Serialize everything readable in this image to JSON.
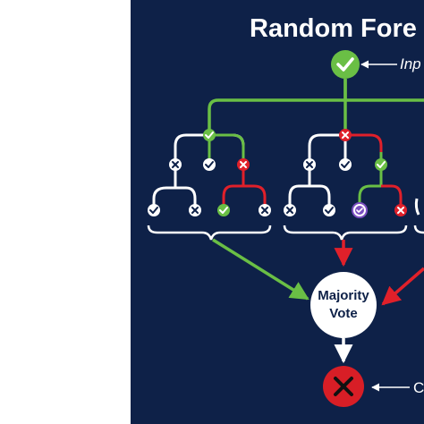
{
  "title": "Random Fore",
  "input_label": "Inp",
  "output_label": "C",
  "vote_line1": "Majority",
  "vote_line2": "Vote",
  "colors": {
    "background": "#0e2148",
    "path_green": "#6abf45",
    "path_red": "#e0202a",
    "wrong_red": "#d81e26",
    "node_white": "#ffffff",
    "purple": "#7b4fc1"
  },
  "icons": {
    "check": "check-icon",
    "cross": "cross-icon"
  }
}
